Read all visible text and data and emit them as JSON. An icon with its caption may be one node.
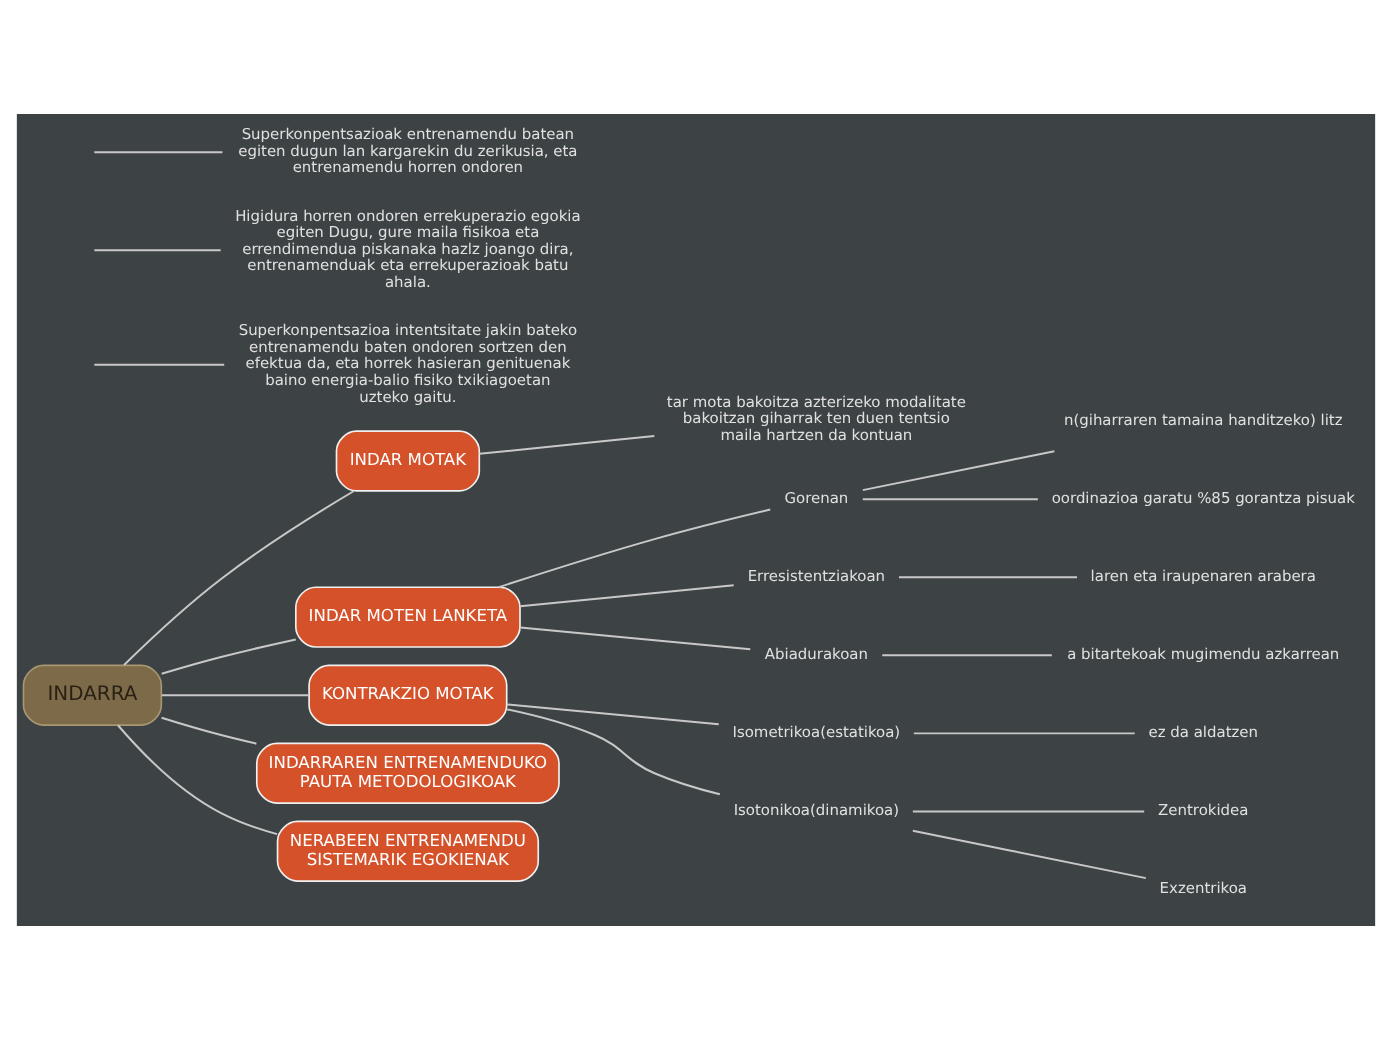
{
  "diagram": {
    "nodes": [
      {
        "text": [
          "INDARRA"
        ]
      },
      {
        "text": [
          "INDAR MOTAK"
        ]
      },
      {
        "text": [
          "tar mota bakoitza azterizeko modalitate bakoitzan giharrak ten duen tentsio maila hartzen da kontuan"
        ]
      },
      {
        "text": [
          "INDAR MOTEN LANKETA"
        ]
      },
      {
        "text": [
          "Gorenan"
        ]
      },
      {
        "text": [
          "n(giharraren tamaina handitzeko) litz"
        ]
      },
      {
        "text": [
          "oordinazioa garatu %85 gorantza pisuak"
        ]
      },
      {
        "text": [
          "Erresistentziakoan"
        ]
      },
      {
        "text": [
          "laren eta iraupenaren arabera"
        ]
      },
      {
        "text": [
          "Abiadurakoan"
        ]
      },
      {
        "text": [
          "a bitartekoak mugimendu azkarrean"
        ]
      },
      {
        "text": [
          "KONTRAKZIO MOTAK"
        ]
      },
      {
        "text": [
          "Isometrikoa(estatikoa)"
        ]
      },
      {
        "text": [
          "ez da aldatzen"
        ]
      },
      {
        "text": [
          "Isotonikoa(dinamikoa)"
        ]
      },
      {
        "text": [
          "Zentrokidea"
        ]
      },
      {
        "text": [
          "Exzentrikoa"
        ]
      },
      {
        "text": [
          "INDARRAREN ENTRENAMENDUKO PAUTA METODOLOGIKOAK"
        ]
      },
      {
        "text": [
          "NERABEEN ENTRENAMENDU SISTEMARIK EGOKIENAK"
        ]
      },
      {
        "text": [
          "Superkonpentsazioa intentsitate jakin bateko entrenamendu baten ondoren sortzen den efektua da, eta horrek hasieran genituenak baino energia-balio fisiko txikiagoetan uzteko gaitu."
        ]
      },
      {
        "text": [
          "Higidura horren ondoren errekuperazio egokia egiten Dugu, gure maila fisikoa eta errendimendua piskanaka hazlz joango dira, entrenamenduak eta errekuperazioak batu ahala."
        ]
      },
      {
        "text": [
          "Superkonpentsazioak entrenamendu batean egiten dugun lan kargarekin du zerikusia, eta entrenamendu horren ondoren"
        ]
      }
    ],
    "edges": [
      {
        "from": 0,
        "to": 1,
        "arrow": "none"
      },
      {
        "from": 1,
        "to": 2,
        "arrow": "none"
      },
      {
        "from": 0,
        "to": 3,
        "arrow": "none"
      },
      {
        "from": 3,
        "to": 4,
        "arrow": "none"
      },
      {
        "from": 4,
        "to": 5,
        "arrow": "none"
      },
      {
        "from": 4,
        "to": 6,
        "arrow": "none"
      },
      {
        "from": 3,
        "to": 7,
        "arrow": "none"
      },
      {
        "from": 7,
        "to": 8,
        "arrow": "none"
      },
      {
        "from": 3,
        "to": 9,
        "arrow": "none"
      },
      {
        "from": 9,
        "to": 10,
        "arrow": "none"
      },
      {
        "from": 0,
        "to": 11,
        "arrow": "none"
      },
      {
        "from": 11,
        "to": 12,
        "arrow": "none"
      },
      {
        "from": 12,
        "to": 13,
        "arrow": "none"
      },
      {
        "from": 11,
        "to": 14,
        "arrow": "none"
      },
      {
        "from": 14,
        "to": 15,
        "arrow": "none"
      },
      {
        "from": 14,
        "to": 16,
        "arrow": "none"
      },
      {
        "from": 0,
        "to": 17,
        "arrow": "none"
      },
      {
        "from": 0,
        "to": 18,
        "arrow": "none"
      },
      {
        "from": null,
        "to": 19,
        "arrow": "none"
      },
      {
        "from": null,
        "to": 20,
        "arrow": "none"
      },
      {
        "from": null,
        "to": 21,
        "arrow": "none"
      }
    ]
  }
}
